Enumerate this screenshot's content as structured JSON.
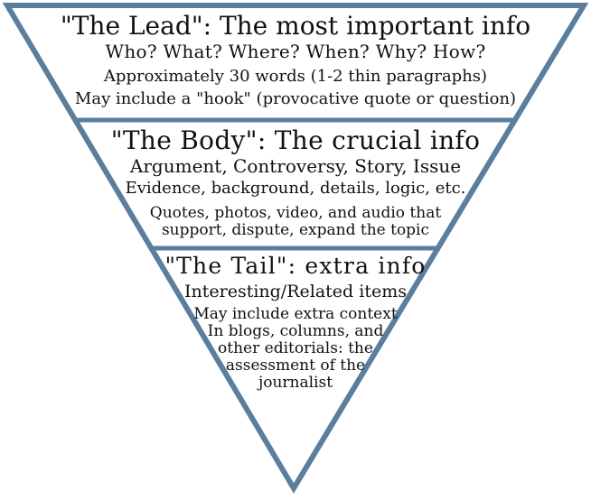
{
  "colors": {
    "outline": "#5b7e9e",
    "text": "#111111",
    "background": "#ffffff"
  },
  "sections": [
    {
      "title": "\"The Lead\": The most important info",
      "lines": [
        "Who? What? Where? When? Why? How?",
        "Approximately 30 words (1-2 thin paragraphs)",
        "May include a \"hook\" (provocative quote or question)"
      ]
    },
    {
      "title": "\"The Body\": The crucial info",
      "lines": [
        "Argument, Controversy, Story, Issue",
        "Evidence, background, details, logic, etc.",
        "Quotes, photos, video, and audio that\nsupport, dispute, expand the topic"
      ]
    },
    {
      "title": "\"The Tail\": extra info",
      "lines": [
        "Interesting/Related items",
        "May include extra context\nIn blogs, columns, and\nother editorials: the\nassessment of the\njournalist"
      ]
    }
  ]
}
